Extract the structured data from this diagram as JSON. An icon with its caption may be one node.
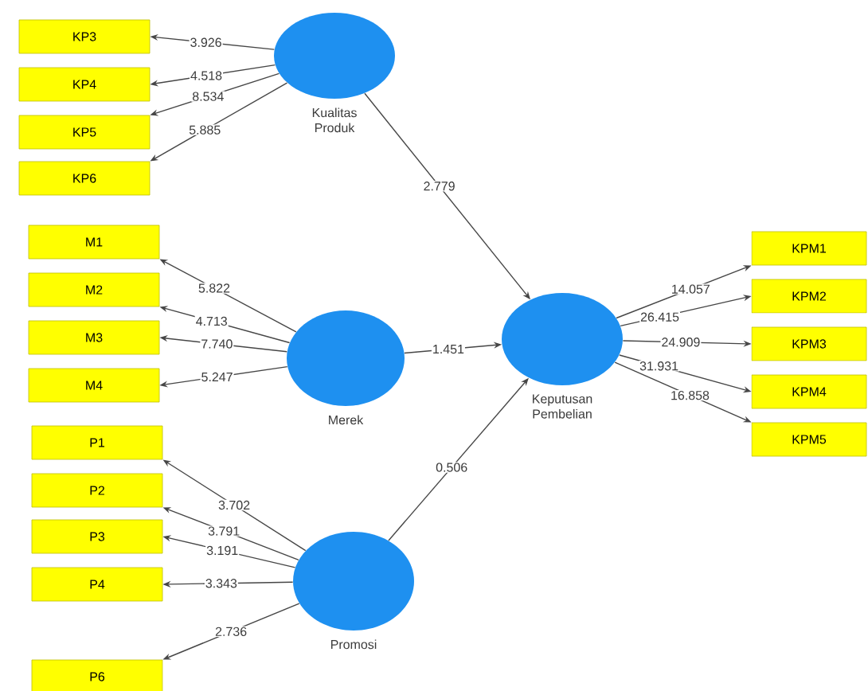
{
  "diagram": {
    "nodes": [
      {
        "text": [
          "KP3"
        ]
      },
      {
        "text": [
          "KP4"
        ]
      },
      {
        "text": [
          "KP5"
        ]
      },
      {
        "text": [
          "KP6"
        ]
      },
      {
        "text": [
          "Kualitas Produk"
        ]
      },
      {
        "text": [
          "M1"
        ]
      },
      {
        "text": [
          "M2"
        ]
      },
      {
        "text": [
          "M3"
        ]
      },
      {
        "text": [
          "M4"
        ]
      },
      {
        "text": [
          "Merek"
        ]
      },
      {
        "text": [
          "Keputusan Pembelian"
        ]
      },
      {
        "text": [
          "KPM1"
        ]
      },
      {
        "text": [
          "KPM2"
        ]
      },
      {
        "text": [
          "KPM3"
        ]
      },
      {
        "text": [
          "KPM4"
        ]
      },
      {
        "text": [
          "KPM5"
        ]
      },
      {
        "text": [
          "P1"
        ]
      },
      {
        "text": [
          "P2"
        ]
      },
      {
        "text": [
          "P3"
        ]
      },
      {
        "text": [
          "P4"
        ]
      },
      {
        "text": [
          "P6"
        ]
      },
      {
        "text": [
          "Promosi"
        ]
      }
    ],
    "edges": [
      {
        "from": 4,
        "to": 0,
        "arrow": "to",
        "label": "3.926"
      },
      {
        "from": 4,
        "to": 1,
        "arrow": "to",
        "label": "4.518"
      },
      {
        "from": 4,
        "to": 2,
        "arrow": "to",
        "label": "8.534"
      },
      {
        "from": 4,
        "to": 3,
        "arrow": "to",
        "label": "5.885"
      },
      {
        "from": 4,
        "to": 10,
        "arrow": "to",
        "label": "2.779"
      },
      {
        "from": 9,
        "to": 5,
        "arrow": "to",
        "label": "5.822"
      },
      {
        "from": 9,
        "to": 6,
        "arrow": "to",
        "label": "4.713"
      },
      {
        "from": 9,
        "to": 7,
        "arrow": "to",
        "label": "7.740"
      },
      {
        "from": 9,
        "to": 8,
        "arrow": "to",
        "label": "5.247"
      },
      {
        "from": 9,
        "to": 10,
        "arrow": "to",
        "label": "1.451"
      },
      {
        "from": 10,
        "to": 11,
        "arrow": "to",
        "label": "14.057"
      },
      {
        "from": 10,
        "to": 12,
        "arrow": "to",
        "label": "26.415"
      },
      {
        "from": 10,
        "to": 13,
        "arrow": "to",
        "label": "24.909"
      },
      {
        "from": 10,
        "to": 14,
        "arrow": "to",
        "label": "31.931"
      },
      {
        "from": 10,
        "to": 15,
        "arrow": "to",
        "label": "16.858"
      },
      {
        "from": 21,
        "to": 16,
        "arrow": "to",
        "label": "3.702"
      },
      {
        "from": 21,
        "to": 17,
        "arrow": "to",
        "label": "3.791"
      },
      {
        "from": 21,
        "to": 18,
        "arrow": "to",
        "label": "3.191"
      },
      {
        "from": 21,
        "to": 19,
        "arrow": "to",
        "label": "3.343"
      },
      {
        "from": 21,
        "to": 20,
        "arrow": "to",
        "label": "2.736"
      },
      {
        "from": 21,
        "to": 10,
        "arrow": "to",
        "label": "0.506"
      }
    ]
  }
}
